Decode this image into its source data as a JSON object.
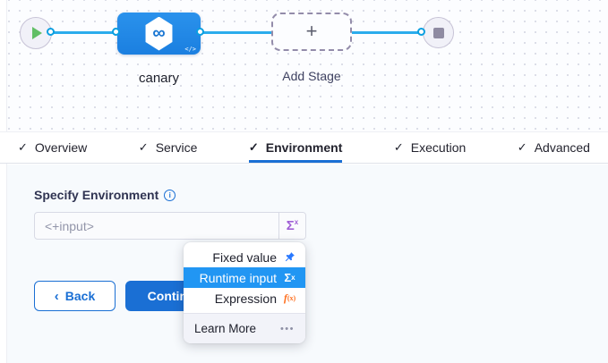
{
  "canvas": {
    "stage": {
      "label": "canary"
    },
    "add_stage": {
      "label": "Add Stage",
      "plus": "+"
    },
    "icons": {
      "infinity": "∞",
      "code": "</>"
    }
  },
  "tabs": [
    {
      "label": "Overview",
      "active": false
    },
    {
      "label": "Service",
      "active": false
    },
    {
      "label": "Environment",
      "active": true
    },
    {
      "label": "Execution",
      "active": false
    },
    {
      "label": "Advanced",
      "active": false
    }
  ],
  "tab_check": "✓",
  "form": {
    "label": "Specify Environment",
    "info_glyph": "i",
    "placeholder": "<+input>",
    "sigma": "Σ",
    "sigma_sup": "x"
  },
  "dropdown": {
    "items": [
      {
        "label": "Fixed value",
        "icon": "pin-icon"
      },
      {
        "label": "Runtime input",
        "icon": "sigma-icon",
        "selected": true
      },
      {
        "label": "Expression",
        "icon": "fx-icon"
      }
    ],
    "sigma": "Σ",
    "sigma_sup": "x",
    "fx_f": "f",
    "fx_sub": "(x)",
    "footer_label": "Learn More",
    "ellipsis": "•••"
  },
  "actions": {
    "back_chevron": "‹",
    "back": "Back",
    "continue": "Continue"
  },
  "colors": {
    "primary_blue": "#1a6fd4",
    "stage_node_blue": "#1e88e5",
    "selected_item_blue": "#2196f3",
    "connector_line_cyan": "#2bacec",
    "pin_blue": "#2979ff",
    "expression_orange": "#ff7020",
    "sigma_purple": "#a05fd5",
    "play_green": "#62bf66",
    "canvas_bg": "#fcfdff",
    "content_bg": "#f7fafd"
  }
}
